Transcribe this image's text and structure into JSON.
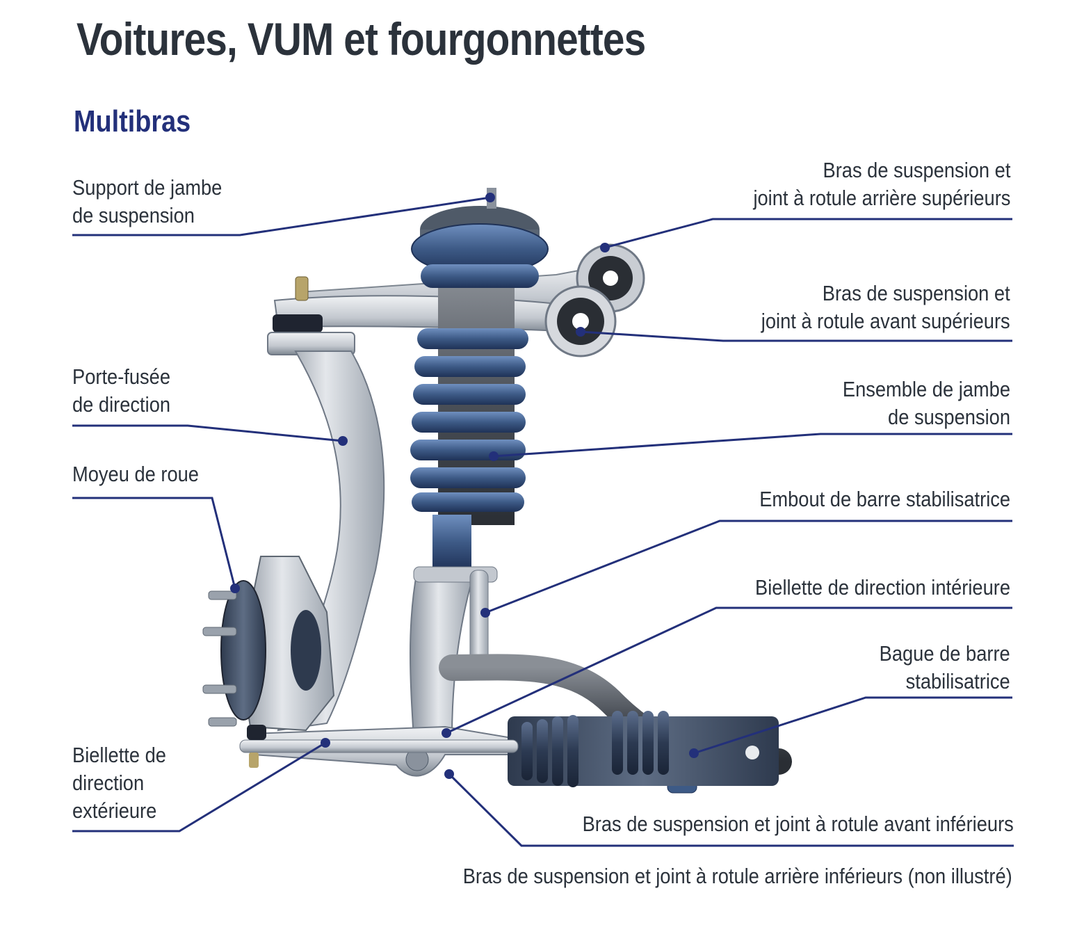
{
  "title": "Voitures, VUM et fourgonnettes",
  "subtitle": "Multibras",
  "colors": {
    "leader_line": "#23307a",
    "spring_blue": "#3d5a86",
    "metal_light": "#d4d8de",
    "metal_dark": "#6f7885",
    "title_text": "#2b323b",
    "subtitle_text": "#23307a"
  },
  "labels": {
    "strut_mount": "Support de jambe\nde suspension",
    "upper_rear_arm": "Bras de suspension et\njoint à rotule arrière supérieurs",
    "upper_front_arm": "Bras de suspension et\njoint à rotule avant supérieurs",
    "steering_knuckle": "Porte-fusée\nde direction",
    "strut_assembly": "Ensemble de jambe\nde suspension",
    "wheel_hub": "Moyeu de roue",
    "sway_bar_link": "Embout de barre stabilisatrice",
    "inner_tie_rod": "Biellette de direction intérieure",
    "sway_bar_bushing": "Bague de barre\nstabilisatrice",
    "outer_tie_rod": "Biellette de\ndirection\nextérieure",
    "lower_front_arm": "Bras de suspension et joint à rotule avant inférieurs",
    "lower_rear_arm_note": "Bras de suspension et joint à rotule arrière inférieurs (non illustré)"
  }
}
